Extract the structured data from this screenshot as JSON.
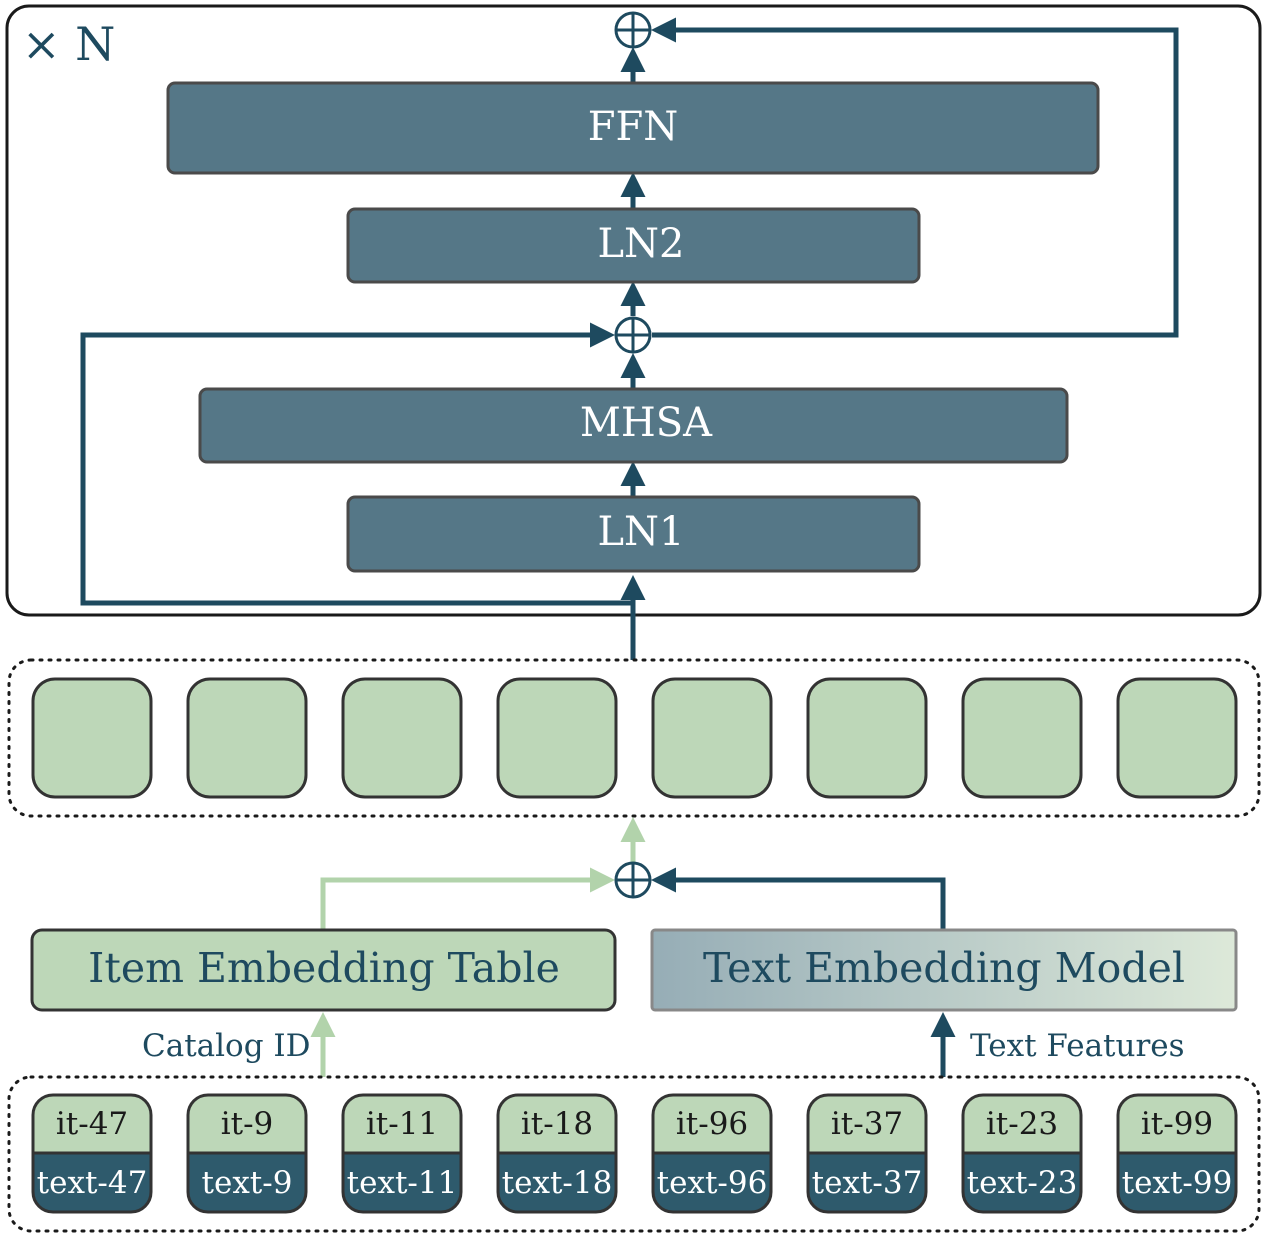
{
  "colors": {
    "dark": "#1e4a5f",
    "block": "#557787",
    "green_fill": "#bdd7b8",
    "green_arrow": "#b2d3ab",
    "token_bottom": "#2e5a6c"
  },
  "transformer": {
    "repeat_label": "× N",
    "blocks": {
      "ffn": "FFN",
      "ln2": "LN2",
      "mhsa": "MHSA",
      "ln1": "LN1"
    }
  },
  "embedding": {
    "item_table": "Item Embedding Table",
    "text_model": "Text Embedding Model",
    "catalog_id_label": "Catalog ID",
    "text_features_label": "Text Features"
  },
  "sequence_slot_count": 8,
  "tokens": [
    {
      "id": "it-47",
      "text": "text-47"
    },
    {
      "id": "it-9",
      "text": "text-9"
    },
    {
      "id": "it-11",
      "text": "text-11"
    },
    {
      "id": "it-18",
      "text": "text-18"
    },
    {
      "id": "it-96",
      "text": "text-96"
    },
    {
      "id": "it-37",
      "text": "text-37"
    },
    {
      "id": "it-23",
      "text": "text-23"
    },
    {
      "id": "it-99",
      "text": "text-99"
    }
  ]
}
